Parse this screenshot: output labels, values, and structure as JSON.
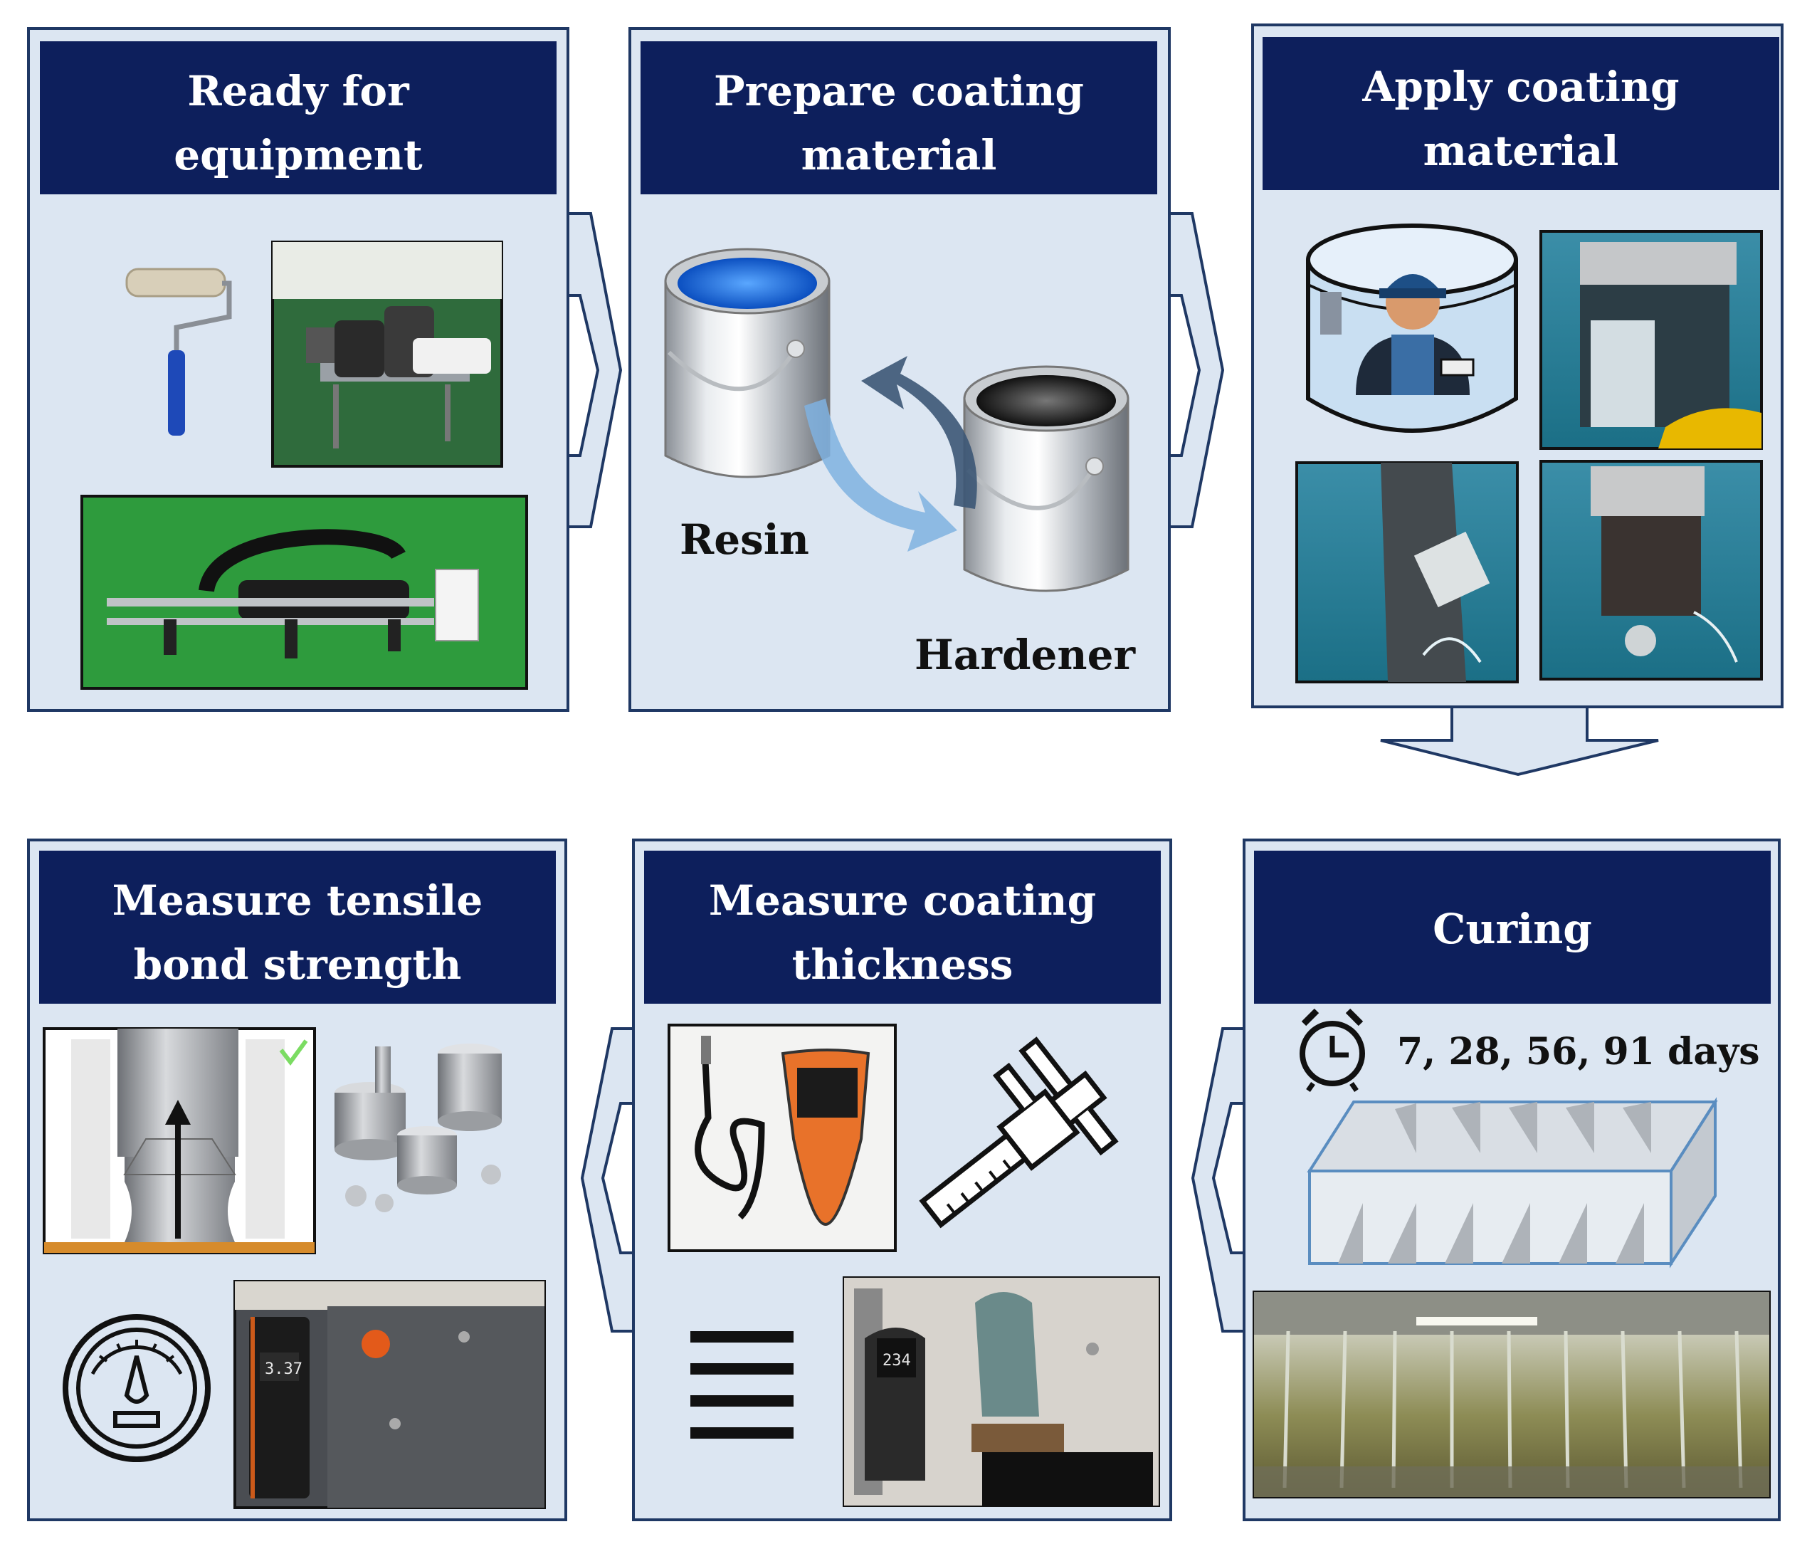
{
  "panels": {
    "equipment": {
      "title_line1": "Ready for",
      "title_line2": "equipment"
    },
    "prepare": {
      "title_line1": "Prepare coating",
      "title_line2": "material",
      "label_resin": "Resin",
      "label_hardener": "Hardener"
    },
    "apply": {
      "title_line1": "Apply coating",
      "title_line2": "material"
    },
    "curing": {
      "title": "Curing",
      "days": "7, 28, 56, 91 days"
    },
    "thickness": {
      "title_line1": "Measure coating",
      "title_line2": "thickness",
      "gauge_reading": "234"
    },
    "tensile": {
      "title_line1": "Measure tensile",
      "title_line2": "bond strength",
      "meter_reading": "3.37"
    }
  },
  "colors": {
    "panel_fill": "#dce6f2",
    "panel_border": "#1f3864",
    "header_fill": "#0d1f5c",
    "header_text": "#ffffff"
  },
  "icons": [
    "paint-roller-icon",
    "paint-can-icon",
    "cycle-arrows-icon",
    "diver-icon",
    "alarm-clock-icon",
    "caliper-icon",
    "pressure-gauge-icon",
    "layers-icon",
    "checkmark-icon"
  ]
}
